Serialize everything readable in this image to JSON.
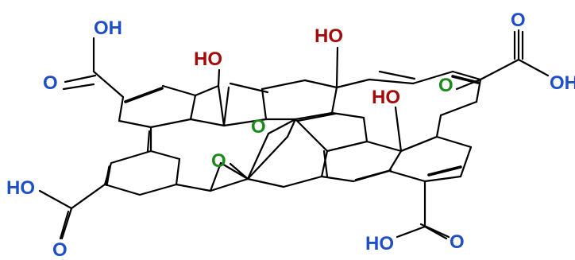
{
  "colors": {
    "bond": "#000000",
    "highlight_bond": "#b5500b",
    "carboxyl_label": "#1f4fc8",
    "hydroxyl_label": "#a50a0a",
    "epoxide_label": "#1a8a1a"
  },
  "labels": {
    "cooh_top_left_oh": "OH",
    "cooh_top_left_o": "O",
    "hydroxyl_1": "HO",
    "hydroxyl_2": "HO",
    "cooh_top_right_o": "O",
    "cooh_top_right_oh": "OH",
    "epoxide_top_right": "O",
    "hydroxyl_3": "HO",
    "epoxide_center": "O",
    "epoxide_left": "O",
    "cooh_left_ho": "HO",
    "cooh_left_o": "O",
    "cooh_bottom_ho": "HO",
    "cooh_bottom_o": "O"
  }
}
